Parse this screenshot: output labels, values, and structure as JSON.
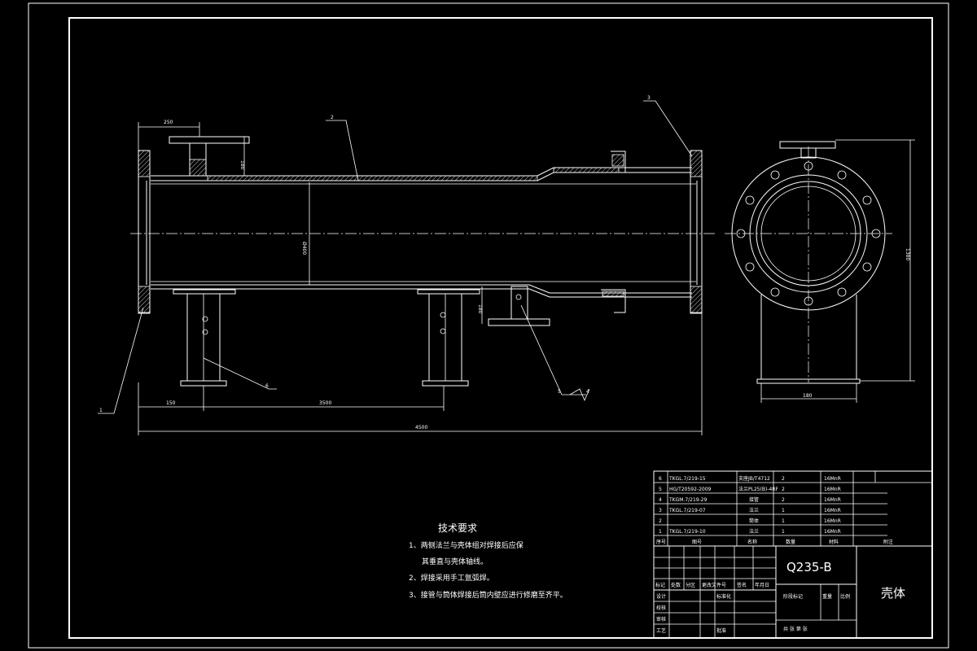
{
  "drawing": {
    "dims": {
      "d250": "250",
      "d180": "180",
      "d150": "150",
      "d3500": "3500",
      "d4500": "4500",
      "d400": "Ø400",
      "d_side_width": "180",
      "d_side_height": "1380",
      "d_lower_nozzle": "180"
    },
    "balloons": [
      "1",
      "2",
      "3",
      "4",
      "5",
      "6"
    ],
    "notes": {
      "title": "技术要求",
      "lines": [
        "1、两侧法兰与壳体组对焊接后应保",
        "其垂直与壳体轴线。",
        "2、焊接采用手工氩弧焊。",
        "3、接管与筒体焊接后筒内壁应进行修磨至齐平。"
      ]
    }
  },
  "bom": {
    "rows": [
      [
        "6",
        "TKGL.7/219-15",
        "支座JB/T4712",
        "2",
        "16MnR",
        ""
      ],
      [
        "5",
        "HG/T20592-2009",
        "法兰PL25(B)-4RF",
        "2",
        "16MnR",
        ""
      ],
      [
        "4",
        "TKGM.7/219-29",
        "接管",
        "2",
        "16MnR",
        ""
      ],
      [
        "3",
        "TKGL.7/219-07",
        "法兰",
        "1",
        "16MnR",
        ""
      ],
      [
        "2",
        "",
        "筒体",
        "1",
        "16MnR",
        ""
      ],
      [
        "1",
        "TKGL.7/219-10",
        "法兰",
        "1",
        "16MnR",
        ""
      ]
    ],
    "header": [
      "序号",
      "图号",
      "名称",
      "数量",
      "材料",
      "附注"
    ]
  },
  "title_block": {
    "material": "Q235-B",
    "part_name": "壳体",
    "rev_header": [
      "标记",
      "处数",
      "分区",
      "更改文件号",
      "签名",
      "年月日"
    ],
    "roles": [
      "设计",
      "校核",
      "审核",
      "工艺"
    ],
    "std_label": "标准化",
    "approve_label": "批准",
    "stage_label": "阶段标记",
    "weight_label": "重量",
    "scale_label": "比例",
    "sheet_label": "共 张 第 张"
  }
}
